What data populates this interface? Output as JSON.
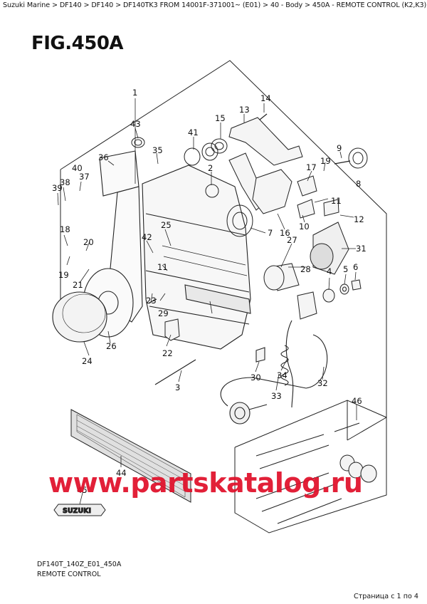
{
  "breadcrumb": "Suzuki Marine > DF140 > DF140 > DF140TK3 FROM 14001F-371001~ (E01) > 40 - Body > 450A - REMOTE CONTROL (K2,K3)",
  "figure_title": "FIG.450A",
  "footer_code": "DF140T_140Z_E01_450A",
  "footer_name": "REMOTE CONTROL",
  "pager": "Страница с 1 по 4",
  "watermark": "www.partskatalog.ru",
  "plate_text": "SUZUKI",
  "callouts": [
    "1",
    "2",
    "3",
    "4",
    "5",
    "6",
    "7",
    "8",
    "9",
    "10",
    "11",
    "11",
    "12",
    "13",
    "14",
    "15",
    "16",
    "17",
    "18",
    "19",
    "19",
    "20",
    "21",
    "22",
    "23",
    "24",
    "25",
    "26",
    "27",
    "28",
    "29",
    "30",
    "31",
    "32",
    "33",
    "34",
    "35",
    "36",
    "37",
    "38",
    "39",
    "40",
    "41",
    "42",
    "43",
    "44",
    "45",
    "46"
  ]
}
